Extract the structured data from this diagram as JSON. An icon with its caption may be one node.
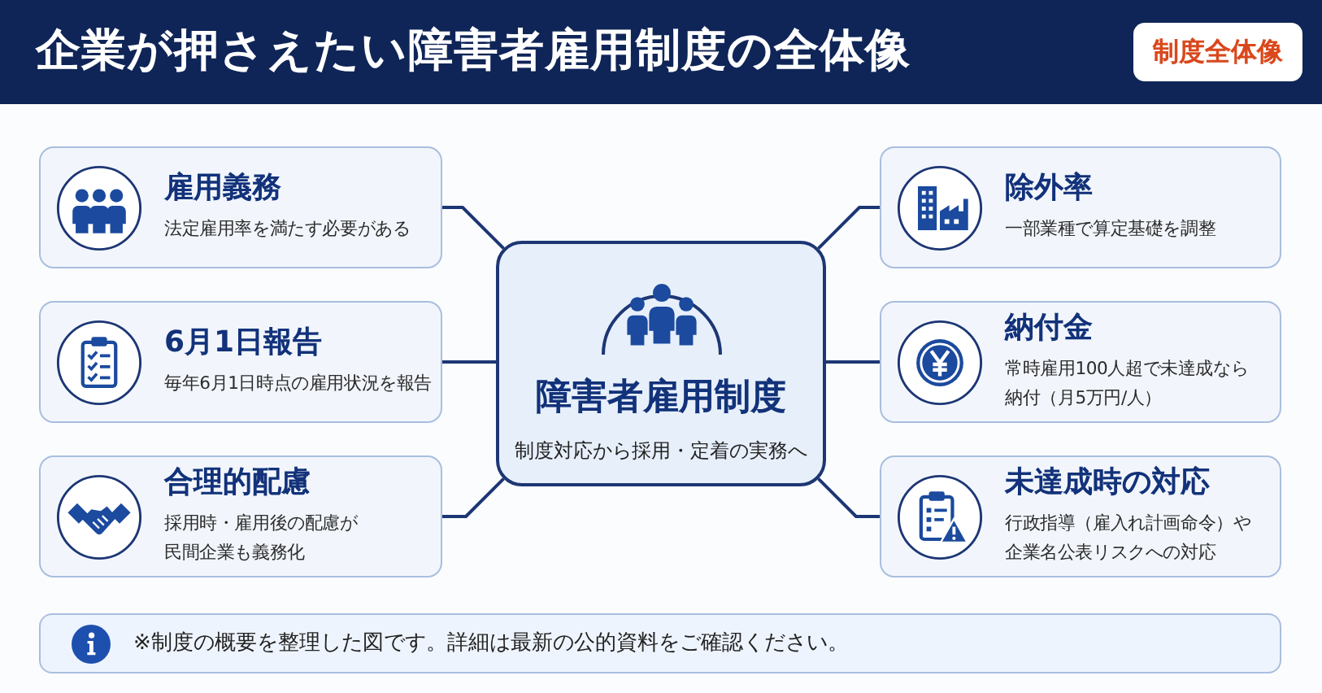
{
  "diagram": {
    "title": "企業が押さえたい障害者雇用制度の全体像",
    "nodes": [
      {
        "text": [
          "制度全体像"
        ]
      },
      {
        "text": [
          "雇用義務",
          "法定雇用率を満たす必要がある"
        ]
      },
      {
        "text": [
          "6月1日報告",
          "毎年6月1日時点の雇用状況を報告"
        ]
      },
      {
        "text": [
          "合理的配慮",
          "採用時・雇用後の配慮が民間企業も義務化"
        ]
      },
      {
        "text": [
          "障害者雇用制度",
          "制度対応から採用・定着の実務へ"
        ]
      },
      {
        "text": [
          "除外率",
          "一部業種で算定基礎を調整"
        ]
      },
      {
        "text": [
          "納付金",
          "常時雇用100人超で未達成なら納付（月5万円/人）"
        ]
      },
      {
        "text": [
          "未達成時の対応",
          "行政指導（雇入れ計画命令）や企業名公表リスクへの対応"
        ]
      },
      {
        "text": [
          "※制度の概要を整理した図です。詳細は最新の公的資料をご確認ください。"
        ]
      }
    ],
    "edges": [
      {
        "from": 4,
        "to": 1,
        "arrow": "none"
      },
      {
        "from": 4,
        "to": 2,
        "arrow": "none"
      },
      {
        "from": 4,
        "to": 3,
        "arrow": "none"
      },
      {
        "from": 4,
        "to": 5,
        "arrow": "none"
      },
      {
        "from": 4,
        "to": 6,
        "arrow": "none"
      },
      {
        "from": 4,
        "to": 7,
        "arrow": "none"
      }
    ]
  }
}
